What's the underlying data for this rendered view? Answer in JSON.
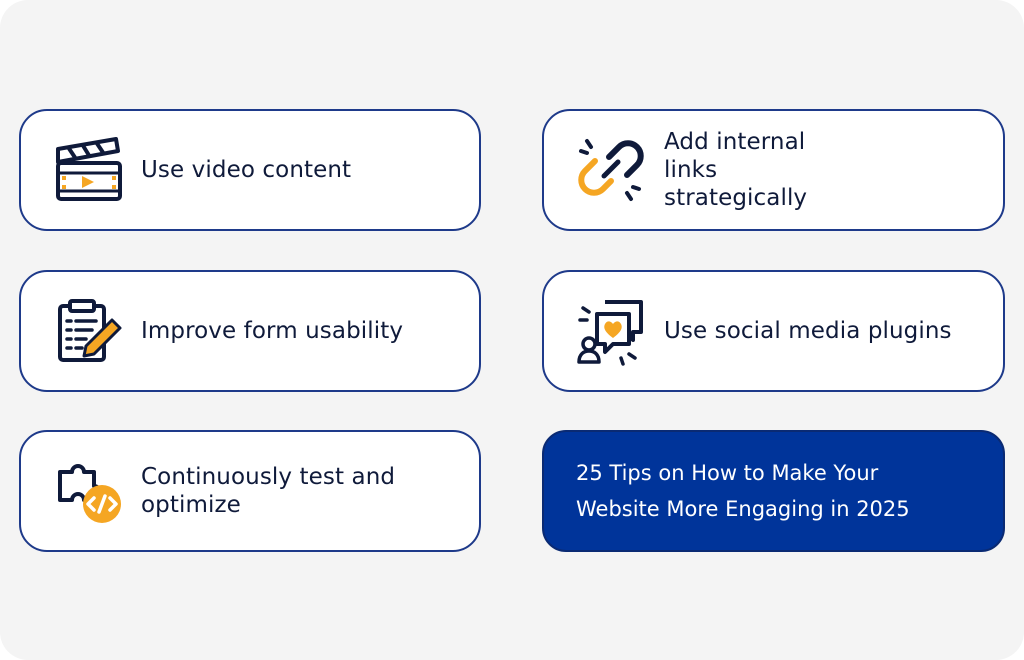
{
  "colors": {
    "navy": "#0f1a3a",
    "orange": "#f5a623",
    "border": "#1e3a8a",
    "footer_bg": "#00349a"
  },
  "cards": [
    {
      "label": "Use video content",
      "icon": "video-clapperboard-icon"
    },
    {
      "label": "Add internal links strategically",
      "icon": "chain-link-icon"
    },
    {
      "label": "Improve form usability",
      "icon": "clipboard-pencil-icon"
    },
    {
      "label": "Use social media plugins",
      "icon": "social-chat-icon"
    },
    {
      "label": "Continuously test and optimize",
      "icon": "puzzle-code-icon"
    }
  ],
  "footer": {
    "title": "25 Tips on How to Make Your Website More Engaging in 2025"
  }
}
